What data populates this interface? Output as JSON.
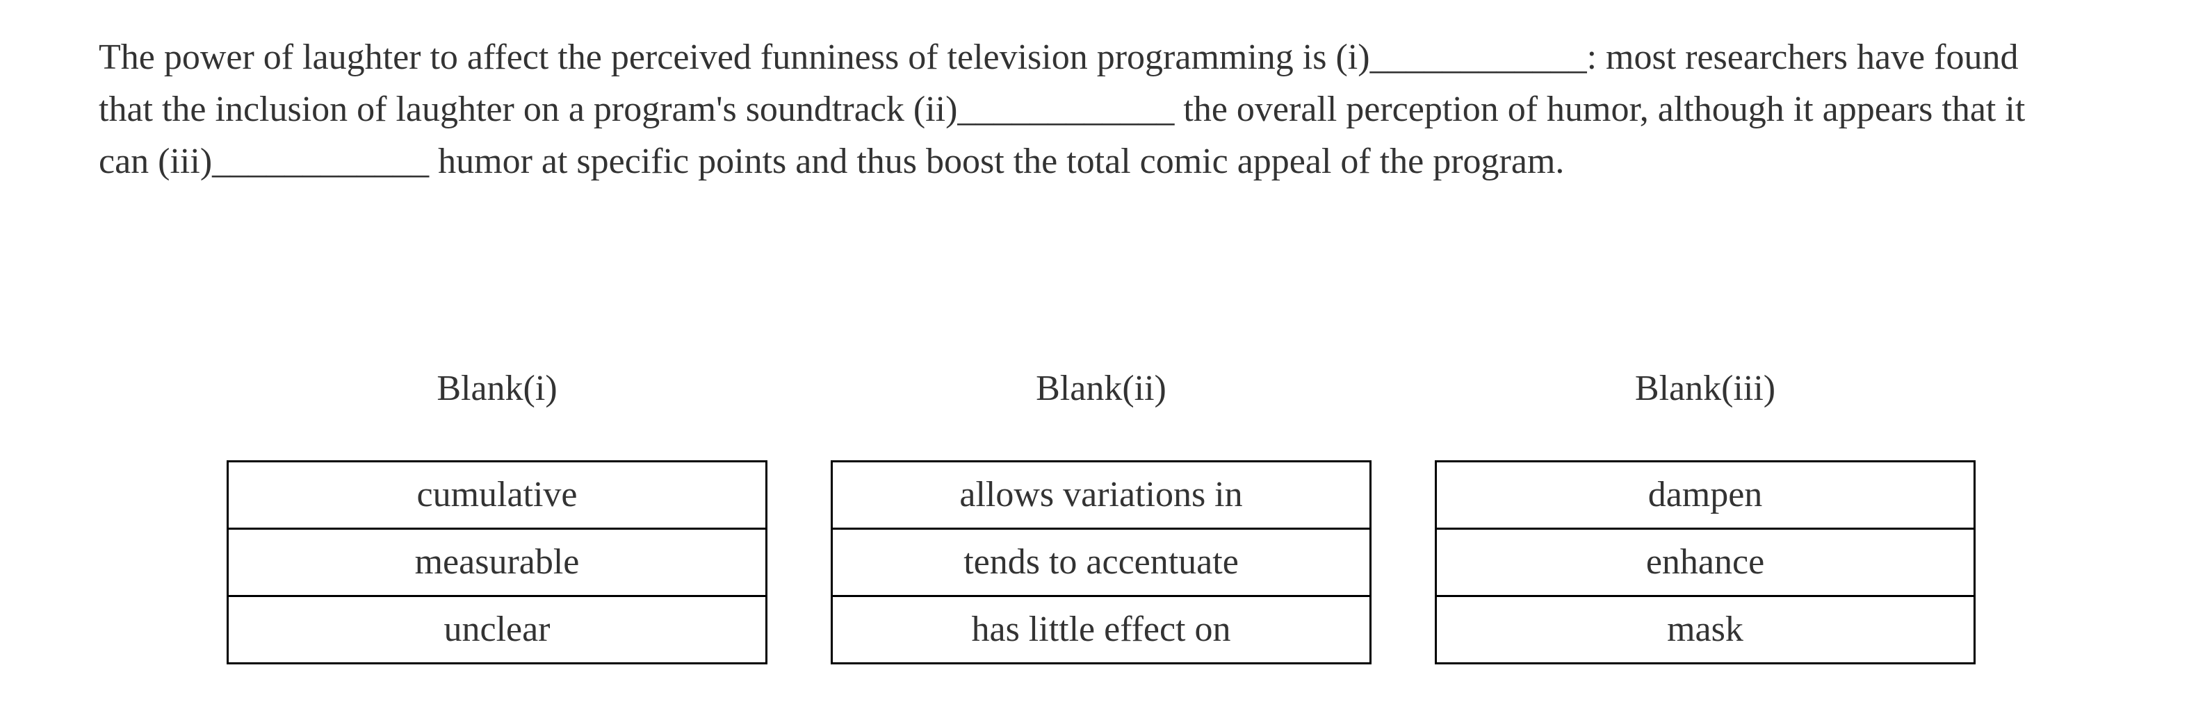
{
  "question": {
    "segments": {
      "s1": "The power of laughter to affect the perceived funniness of television programming is (i)",
      "blank1": "____________",
      "s2": ": most researchers have found that the inclusion of laughter on a program's soundtrack (ii)",
      "blank2": "____________",
      "s3": " the overall perception of humor, although it appears that it can (iii)",
      "blank3": "____________",
      "s4": " humor at specific points and thus boost the total comic appeal of the program."
    }
  },
  "blanks": [
    {
      "heading": "Blank(i)",
      "options": [
        "cumulative",
        "measurable",
        "unclear"
      ]
    },
    {
      "heading": "Blank(ii)",
      "options": [
        "allows variations in",
        "tends to accentuate",
        "has little effect on"
      ]
    },
    {
      "heading": "Blank(iii)",
      "options": [
        "dampen",
        "enhance",
        "mask"
      ]
    }
  ],
  "colors": {
    "text": "#333333",
    "border": "#000000",
    "background": "#ffffff"
  }
}
